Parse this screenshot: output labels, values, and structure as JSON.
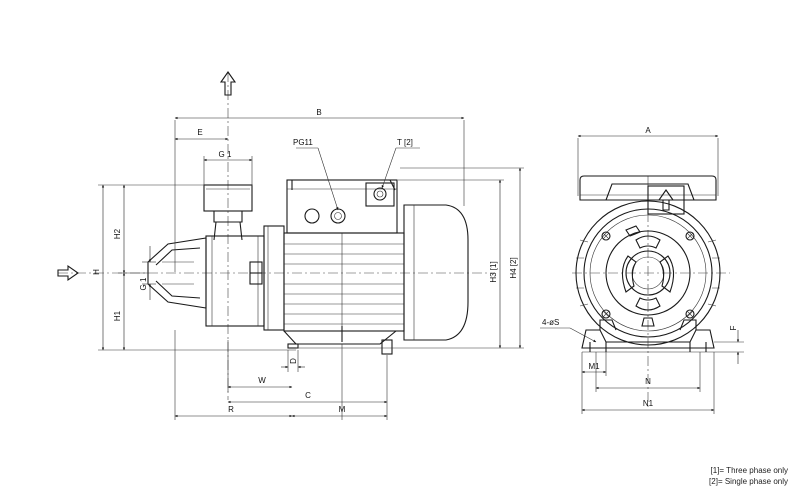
{
  "dimensions": {
    "B": "B",
    "E": "E",
    "G1_top": "G 1",
    "PG11": "PG11",
    "T2": "T [2]",
    "A": "A",
    "H2": "H2",
    "H": "H",
    "G1_side": "G 1",
    "H1": "H1",
    "H3": "H3 [1]",
    "H4": "H4 [2]",
    "D": "D",
    "W": "W",
    "C": "C",
    "R": "R",
    "M": "M",
    "S4": "4-øS",
    "M1": "M1",
    "N": "N",
    "N1": "N1",
    "F": "F"
  },
  "notes": {
    "three_phase": "[1]= Three phase only",
    "single_phase": "[2]= Single phase only"
  }
}
